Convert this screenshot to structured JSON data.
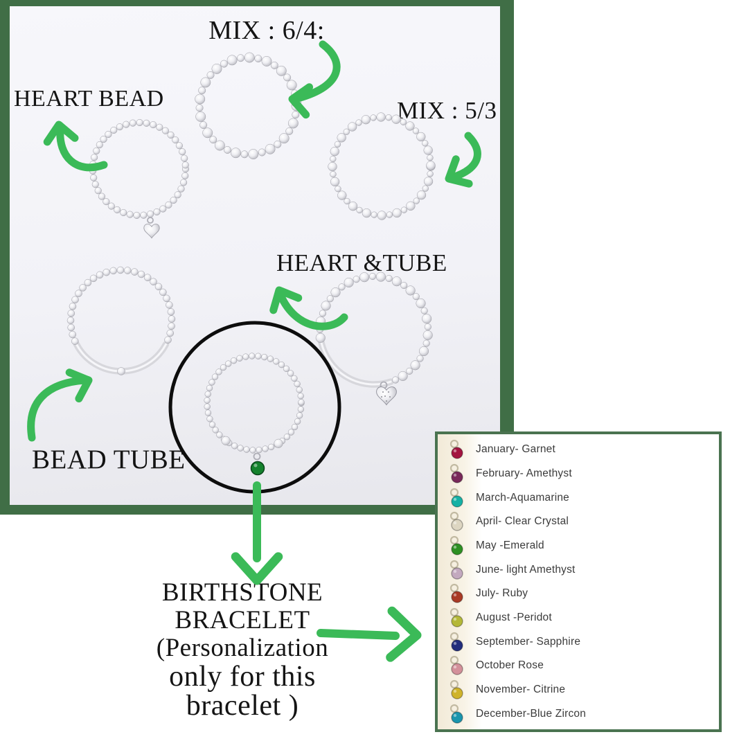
{
  "colors": {
    "frame_green": "#406e46",
    "panel_border_green": "#4a7350",
    "arrow_green": "#3bba58",
    "highlight_circle_black": "#0d0d0d"
  },
  "labels": {
    "mix64": "MIX : 6/4:",
    "heart_bead": "HEART BEAD",
    "mix53": "MIX : 5/3",
    "heart_tube": "HEART &TUBE",
    "bead_tube": "BEAD TUBE"
  },
  "caption": {
    "lines": [
      "BIRTHSTONE",
      "BRACELET",
      "(Personalization",
      "only for this",
      "bracelet )"
    ]
  },
  "birthstones": [
    {
      "label": "January- Garnet",
      "color": "#a31440"
    },
    {
      "label": "February- Amethyst",
      "color": "#79295a"
    },
    {
      "label": "March-Aquamarine",
      "color": "#16b1a5"
    },
    {
      "label": "April- Clear Crystal",
      "color": "#ddd6c2"
    },
    {
      "label": "May -Emerald",
      "color": "#2e9023"
    },
    {
      "label": "June- light Amethyst",
      "color": "#c3a9bf"
    },
    {
      "label": "July- Ruby",
      "color": "#a93a25"
    },
    {
      "label": "August -Peridot",
      "color": "#b4b838"
    },
    {
      "label": "September- Sapphire",
      "color": "#232e7d"
    },
    {
      "label": "October Rose",
      "color": "#d3909a"
    },
    {
      "label": "November- Citrine",
      "color": "#cfb32b"
    },
    {
      "label": "December-Blue Zircon",
      "color": "#1a95ad"
    }
  ]
}
